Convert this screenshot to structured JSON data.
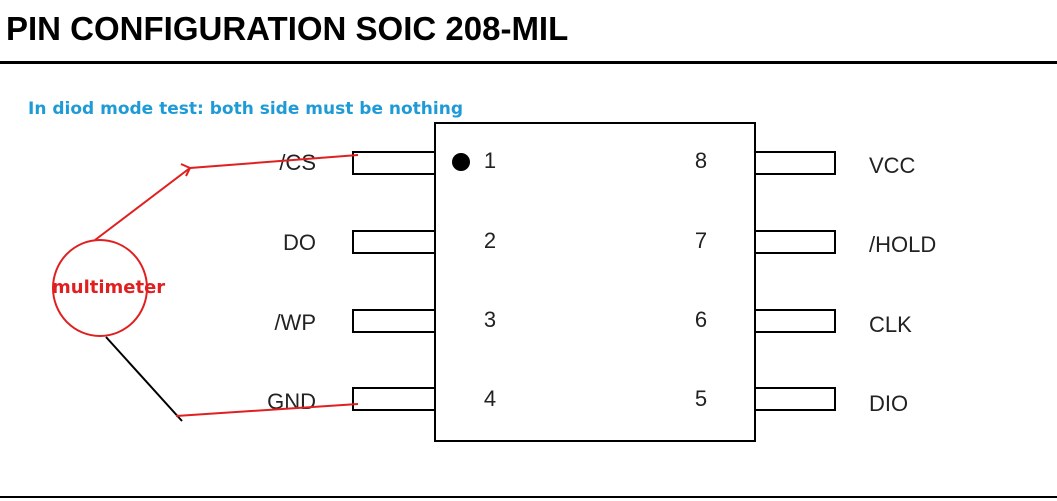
{
  "title": "PIN CONFIGURATION SOIC 208-MIL",
  "note": {
    "text": "In diod mode test: both side must be nothing",
    "color": "#1e9bd7"
  },
  "multimeter": {
    "label": "multimeter",
    "color": "#e02020"
  },
  "probe_colors": {
    "red_lead": "#e02020",
    "black_lead": "#000000"
  },
  "pins_left": [
    {
      "number": "1",
      "name": "/CS"
    },
    {
      "number": "2",
      "name": "DO"
    },
    {
      "number": "3",
      "name": "/WP"
    },
    {
      "number": "4",
      "name": "GND"
    }
  ],
  "pins_right": [
    {
      "number": "8",
      "name": "VCC"
    },
    {
      "number": "7",
      "name": "/HOLD"
    },
    {
      "number": "6",
      "name": "CLK"
    },
    {
      "number": "5",
      "name": "DIO"
    }
  ]
}
